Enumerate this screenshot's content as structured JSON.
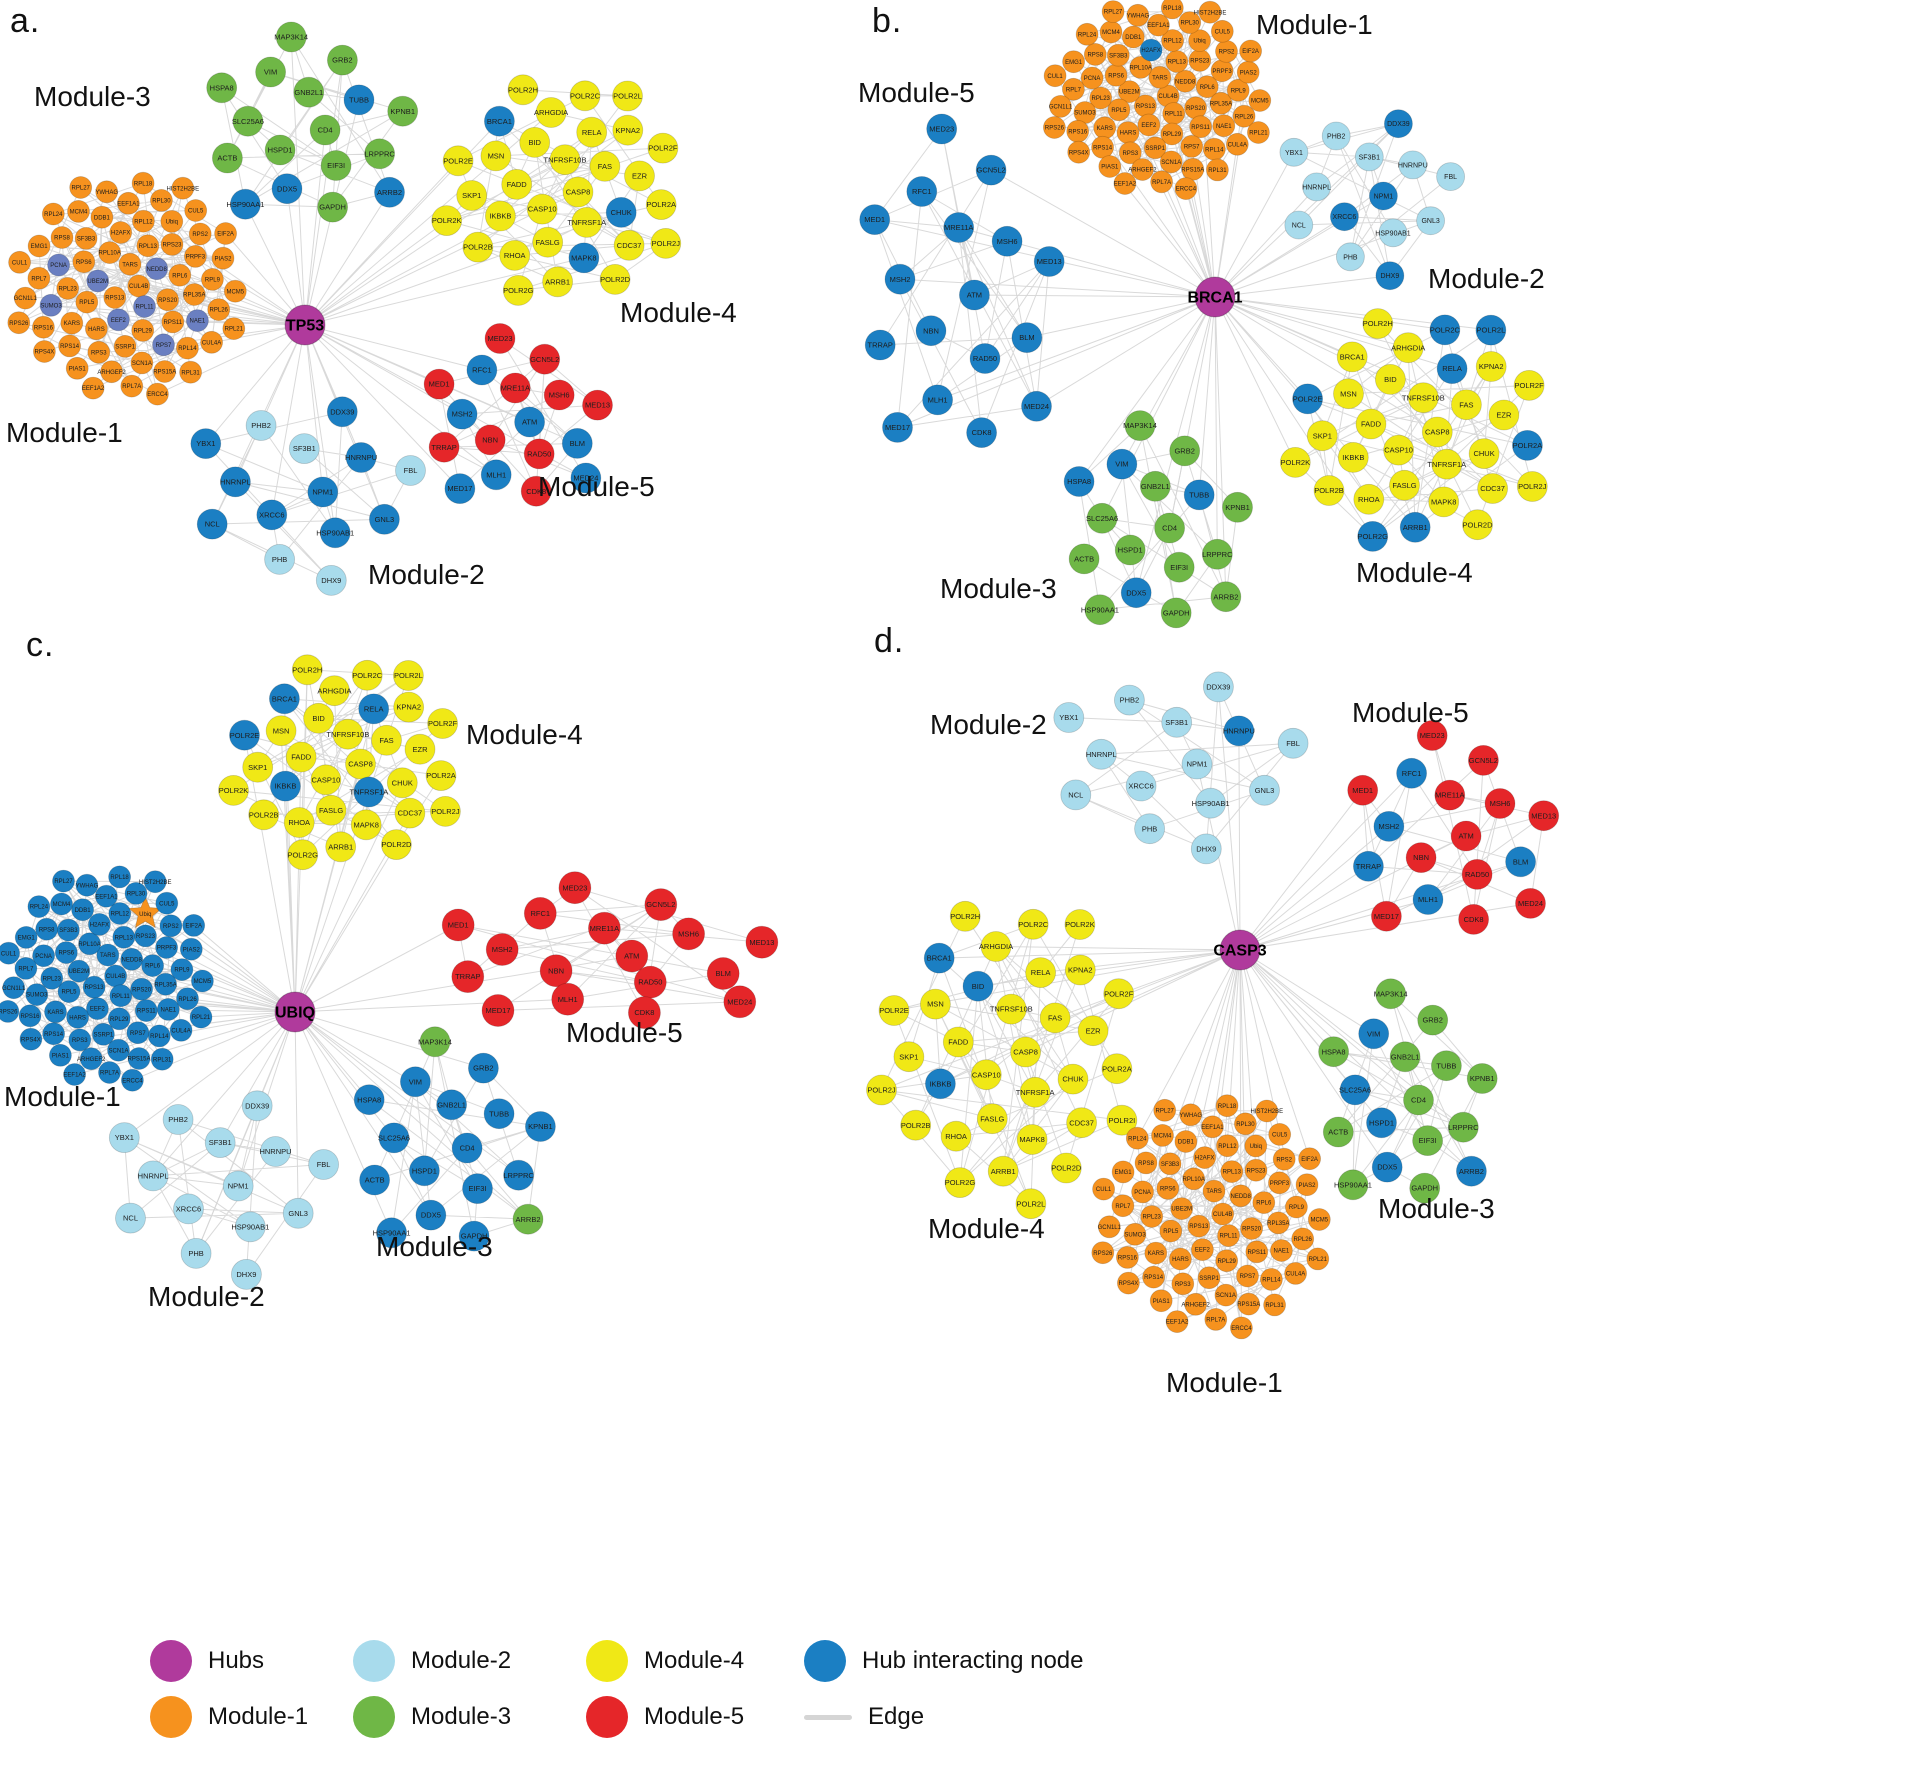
{
  "colors": {
    "hub": "#b03a9c",
    "module1": "#f6921e",
    "module2": "#a8dbec",
    "module3": "#6fb746",
    "module4": "#f0e816",
    "module5": "#e52629",
    "blue": "#1b7fc3",
    "slate": "#6a7fc1",
    "edge": "#d5d5d5"
  },
  "gene_sets": {
    "module1": [
      "CUL4B",
      "RPS13",
      "TARS",
      "RPL11",
      "UBE2M",
      "NEDD8",
      "EEF2",
      "RPL10A",
      "RPS20",
      "RPL5",
      "RPL13",
      "RPL29",
      "RPS6",
      "RPL6",
      "HARS",
      "H2AFX",
      "RPS11",
      "RPL23",
      "RPS23",
      "SSRP1",
      "SF3B3",
      "RPL35A",
      "KARS",
      "RPL12",
      "RPS7",
      "PCNA",
      "PRPF3",
      "RPS3",
      "DDB1",
      "NAE1",
      "SUMO3",
      "Ubiq",
      "SCN1A",
      "RPS8",
      "RPL9",
      "RPS14",
      "EEF1A1",
      "RPL14",
      "RPL7",
      "RPS2",
      "ARHGEF2",
      "MCM4",
      "RPL26",
      "RPS16",
      "RPL30",
      "RPS15A",
      "EMG1",
      "PIAS2",
      "PIAS1",
      "YWHAG",
      "CUL4A",
      "GCN1L1",
      "CUL5",
      "RPL7A",
      "RPL24",
      "MCM5",
      "RPS4X",
      "RPL18",
      "RPL31",
      "CUL1",
      "EIF2A",
      "EEF1A2",
      "RPL27",
      "RPL21",
      "RPS26",
      "HIST2H2BE",
      "ERCC4"
    ],
    "module2": [
      "NPM1",
      "XRCC6",
      "SF3B1",
      "HSP90AB1",
      "HNRNPL",
      "HNRNPU",
      "PHB",
      "PHB2",
      "GNL3",
      "NCL",
      "DDX39",
      "DHX9",
      "YBX1",
      "FBL"
    ],
    "module3": [
      "CD4",
      "HSPD1",
      "GNB2L1",
      "EIF3I",
      "SLC25A6",
      "TUBB",
      "DDX5",
      "VIM",
      "LRPPRC",
      "ACTB",
      "GRB2",
      "GAPDH",
      "HSPA8",
      "KPNB1",
      "HSP90AA1",
      "MAP3K14",
      "ARRB2"
    ],
    "module4": [
      "CASP8",
      "CASP10",
      "TNFRSF10B",
      "TNFRSF1A",
      "FADD",
      "FAS",
      "FASLG",
      "BID",
      "CHUK",
      "IKBKB",
      "RELA",
      "MAPK8",
      "MSN",
      "EZR",
      "RHOA",
      "ARHGDIA",
      "CDC37",
      "SKP1",
      "KPNA2",
      "ARRB1",
      "BRCA1",
      "POLR2A",
      "POLR2B",
      "POLR2C",
      "POLR2D",
      "POLR2E",
      "POLR2F",
      "POLR2G",
      "POLR2H",
      "POLR2J",
      "POLR2K",
      "POLR2L"
    ],
    "module4_d": [
      "CASP8",
      "CASP10",
      "TNFRSF10B",
      "TNFRSF1A",
      "FADD",
      "FAS",
      "FASLG",
      "BID",
      "CHUK",
      "IKBKB",
      "RELA",
      "MAPK8",
      "MSN",
      "EZR",
      "RHOA",
      "ARHGDIA",
      "CDC37",
      "SKP1",
      "KPNA2",
      "ARRB1",
      "BRCA1",
      "POLR2A",
      "POLR2B",
      "POLR2C",
      "POLR2D",
      "POLR2E",
      "POLR2F",
      "POLR2G",
      "POLR2H",
      "POLR2I",
      "POLR2J",
      "POLR2K",
      "POLR2L"
    ],
    "module5": [
      "ATM",
      "NBN",
      "MRE11A",
      "RAD50",
      "MSH2",
      "MSH6",
      "MLH1",
      "RFC1",
      "BLM",
      "TRRAP",
      "GCN5L2",
      "CDK8",
      "MED1",
      "MED13",
      "MED17",
      "MED23",
      "MED24"
    ]
  },
  "panels": [
    {
      "id": "a",
      "letter": "a.",
      "hub": "TP53",
      "modules": [
        {
          "name": "Module-3",
          "set": "module3",
          "color": "module3",
          "overrides": {
            "TUBB": "blue",
            "DDX5": "blue",
            "HSP90AA1": "blue",
            "ARRB2": "blue"
          }
        },
        {
          "name": "Module-4",
          "set": "module4",
          "color": "module4",
          "overrides": {
            "CHUK": "blue",
            "MAPK8": "blue",
            "BRCA1": "blue"
          }
        },
        {
          "name": "Module-1",
          "set": "module1",
          "color": "module1",
          "overrides": {
            "RPL11": "slate",
            "UBE2M": "slate",
            "NEDD8": "slate",
            "EEF2": "slate",
            "RPS7": "slate",
            "NAE1": "slate",
            "SUMO3": "slate",
            "PCNA": "slate"
          }
        },
        {
          "name": "Module-2",
          "set": "module2",
          "color": "module2",
          "overrides": {
            "HNRNPL": "blue",
            "XRCC6": "blue",
            "NPM1": "blue",
            "HSP90AB1": "blue",
            "HNRNPU": "blue",
            "GNL3": "blue",
            "NCL": "blue",
            "YBX1": "blue",
            "DDX39": "blue"
          }
        },
        {
          "name": "Module-5",
          "set": "module5",
          "color": "module5",
          "overrides": {
            "MSH2": "blue",
            "MED17": "blue",
            "MED24": "blue",
            "BLM": "blue",
            "ATM": "blue",
            "RFC1": "blue",
            "MLH1": "blue"
          }
        }
      ]
    },
    {
      "id": "b",
      "letter": "b.",
      "hub": "BRCA1",
      "modules": [
        {
          "name": "Module-1",
          "set": "module1",
          "color": "module1",
          "overrides": {
            "H2AFX": "blue"
          }
        },
        {
          "name": "Module-2",
          "set": "module2",
          "color": "module2",
          "overrides": {
            "NPM1": "blue",
            "XRCC6": "blue",
            "DHX9": "blue",
            "DDX39": "blue"
          }
        },
        {
          "name": "Module-5",
          "set": "module5",
          "color": "blue",
          "overrides": {}
        },
        {
          "name": "Module-3",
          "set": "module3",
          "color": "module3",
          "overrides": {
            "TUBB": "blue",
            "HSPA8": "blue",
            "VIM": "blue",
            "DDX5": "blue"
          }
        },
        {
          "name": "Module-4",
          "set": "module4",
          "color": "module4",
          "overrides": {
            "POLR2A": "blue",
            "POLR2C": "blue",
            "POLR2L": "blue",
            "ARRB1": "blue",
            "RELA": "blue",
            "POLR2E": "blue",
            "POLR2G": "blue"
          }
        }
      ]
    },
    {
      "id": "c",
      "letter": "c.",
      "hub": "UBIQ",
      "modules": [
        {
          "name": "Module-4",
          "set": "module4",
          "color": "module4",
          "overrides": {
            "BRCA1": "blue",
            "IKBKB": "blue",
            "RELA": "blue",
            "TNFRSF1A": "blue",
            "POLR2E": "blue"
          }
        },
        {
          "name": "Module-5",
          "set": "module5",
          "color": "module5",
          "overrides": {}
        },
        {
          "name": "Module-1",
          "set": "module1",
          "color": "blue",
          "overrides": {
            "Ubiq": "module1"
          },
          "special": {
            "Ubiq": "star"
          }
        },
        {
          "name": "Module-2",
          "set": "module2",
          "color": "module2",
          "overrides": {}
        },
        {
          "name": "Module-3",
          "set": "module3",
          "color": "blue",
          "overrides": {
            "ARRB2": "module3",
            "MAP3K14": "module3"
          }
        }
      ]
    },
    {
      "id": "d",
      "letter": "d.",
      "hub": "CASP3",
      "modules": [
        {
          "name": "Module-2",
          "set": "module2",
          "color": "module2",
          "overrides": {
            "HNRNPU": "blue"
          }
        },
        {
          "name": "Module-5",
          "set": "module5",
          "color": "module5",
          "overrides": {
            "RFC1": "blue",
            "BLM": "blue",
            "MSH2": "blue",
            "TRRAP": "blue",
            "MLH1": "blue"
          }
        },
        {
          "name": "Module-4",
          "set": "module4_d",
          "color": "module4",
          "overrides": {
            "BRCA1": "blue",
            "IKBKB": "blue",
            "BID": "blue"
          }
        },
        {
          "name": "Module-1",
          "set": "module1",
          "color": "module1",
          "overrides": {}
        },
        {
          "name": "Module-3",
          "set": "module3",
          "color": "module3",
          "overrides": {
            "VIM": "blue",
            "SLC25A6": "blue",
            "HSPD1": "blue",
            "ARRB2": "blue",
            "DDX5": "blue"
          }
        }
      ]
    }
  ],
  "legend": {
    "items": [
      {
        "label": "Hubs",
        "color": "hub",
        "shape": "circle"
      },
      {
        "label": "Module-2",
        "color": "module2",
        "shape": "circle"
      },
      {
        "label": "Module-4",
        "color": "module4",
        "shape": "circle"
      },
      {
        "label": "Hub interacting node",
        "color": "blue",
        "shape": "circle"
      },
      {
        "label": "Module-1",
        "color": "module1",
        "shape": "circle"
      },
      {
        "label": "Module-3",
        "color": "module3",
        "shape": "circle"
      },
      {
        "label": "Module-5",
        "color": "module5",
        "shape": "circle"
      },
      {
        "label": "Edge",
        "color": "edge",
        "shape": "line"
      }
    ]
  }
}
